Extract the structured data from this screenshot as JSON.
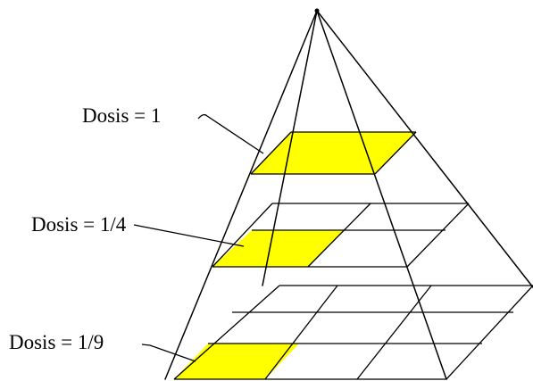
{
  "labels": {
    "dose_near": "Dosis = 1",
    "dose_mid": "Dosis = 1/4",
    "dose_far": "Dosis = 1/9"
  },
  "colors": {
    "highlight": "#ffff00",
    "line": "#000000",
    "background": "#ffffff"
  }
}
